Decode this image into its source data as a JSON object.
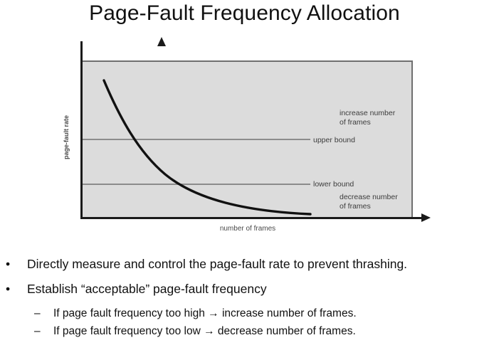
{
  "slide": {
    "title": "Page-Fault Frequency Allocation"
  },
  "chart_data": {
    "type": "line",
    "title": "",
    "xlabel": "number of frames",
    "ylabel": "page-fault rate",
    "grid": false,
    "axes": {
      "x_arrow": true,
      "y_arrow": true,
      "x_ticks": [],
      "y_ticks": []
    },
    "series": [
      {
        "name": "page-fault rate curve",
        "description": "monotonically decreasing convex curve",
        "x": [
          0.065,
          0.12,
          0.18,
          0.25,
          0.32,
          0.4,
          0.48,
          0.56,
          0.64,
          0.69
        ],
        "y": [
          0.94,
          0.76,
          0.6,
          0.47,
          0.37,
          0.29,
          0.23,
          0.18,
          0.15,
          0.13
        ],
        "color": "#111111"
      }
    ],
    "reference_lines": [
      {
        "name": "upper bound",
        "label": "upper bound",
        "y": 0.5,
        "color": "#8c8c8c"
      },
      {
        "name": "lower bound",
        "label": "lower bound",
        "y": 0.215,
        "color": "#8c8c8c"
      }
    ],
    "annotations": [
      {
        "name": "increase-number-of-frames",
        "text": "increase number\nof frames"
      },
      {
        "name": "decrease-number-of-frames",
        "text": "decrease number\nof frames"
      }
    ],
    "plot_background": "#dcdcdc",
    "axis_color": "#1a1a1a"
  },
  "chart_labels": {
    "y_axis": "page-fault rate",
    "x_axis": "number of frames",
    "upper_bound": "upper bound",
    "lower_bound": "lower bound",
    "increase_frames": "increase number\nof frames",
    "decrease_frames": "decrease number\nof frames"
  },
  "bullets": [
    {
      "marker": "•",
      "text": "Directly measure and control the page-fault rate to prevent thrashing."
    },
    {
      "marker": "•",
      "text": "Establish “acceptable” page-fault frequency"
    }
  ],
  "subbullets": [
    {
      "marker": "–",
      "text": "If page fault frequency too high → increase number of frames."
    },
    {
      "marker": "–",
      "text": "If page fault frequency too low → decrease number of frames."
    }
  ]
}
